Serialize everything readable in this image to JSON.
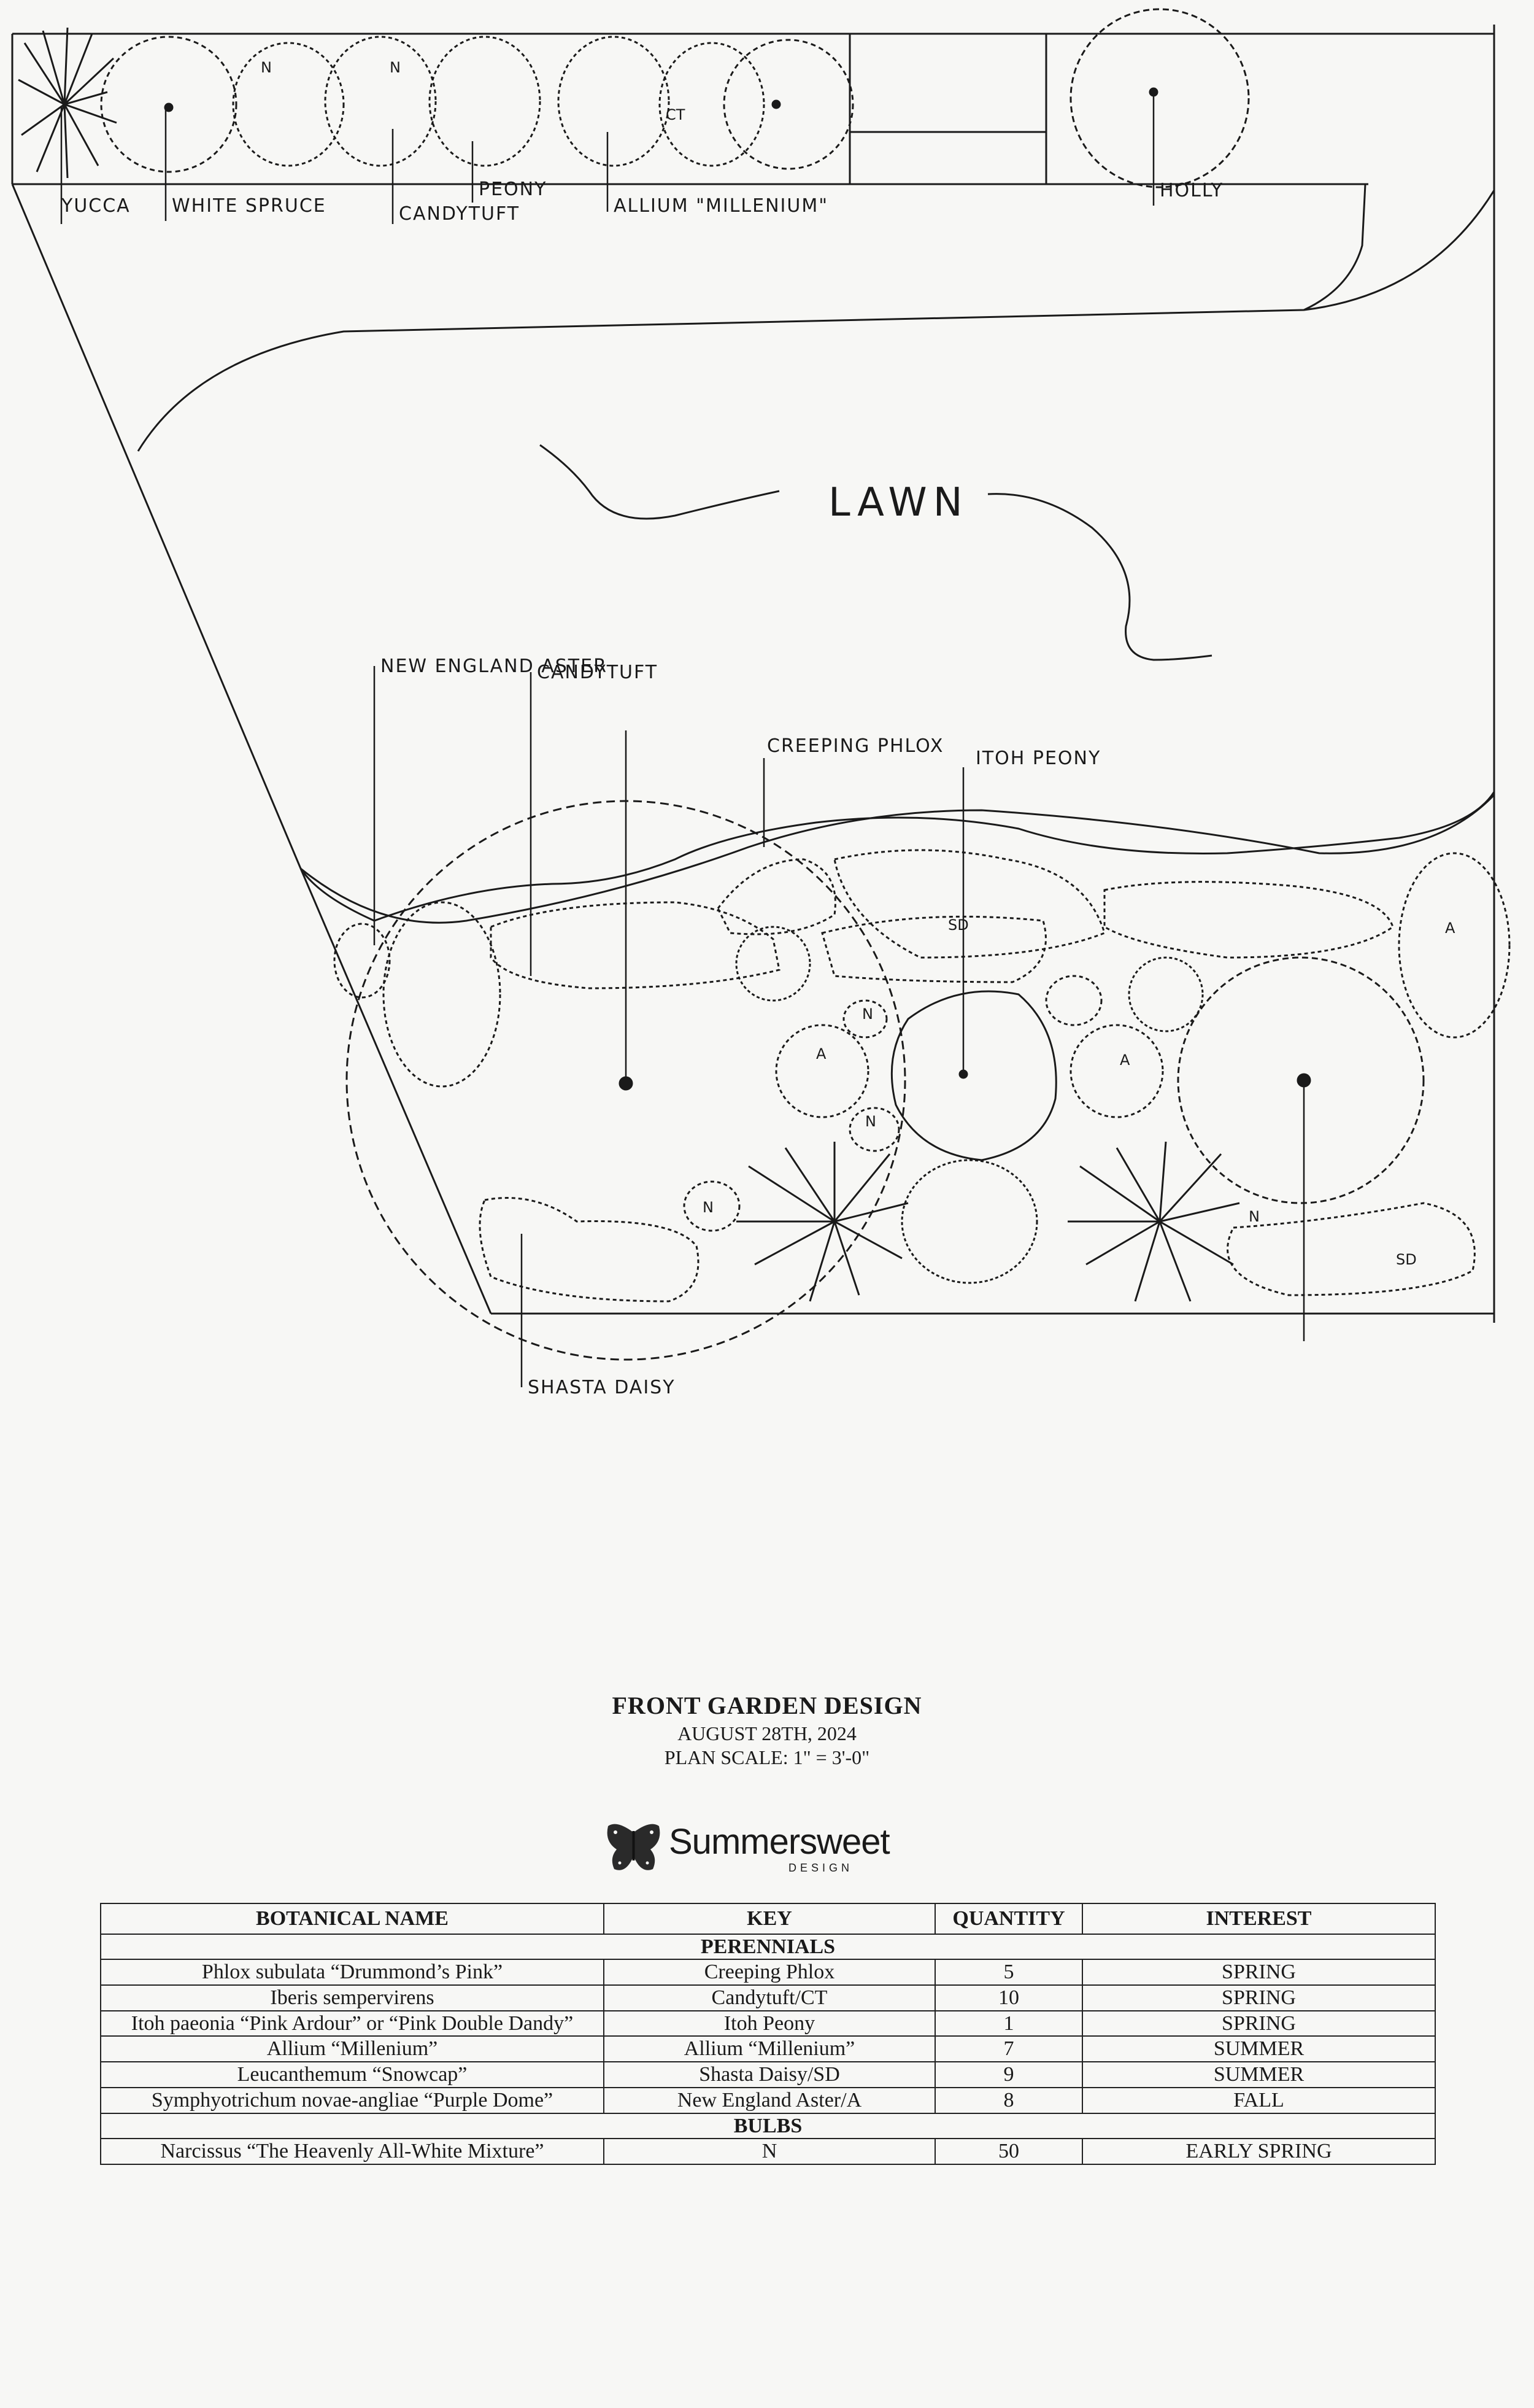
{
  "plan": {
    "labels": {
      "yucca": "YUCCA",
      "white_spruce": "WHITE SPRUCE",
      "candytuft_top": "CANDYTUFT",
      "peony_top": "PEONY",
      "allium_top": "ALLIUM \"MILLENIUM\"",
      "holly": "HOLLY",
      "lawn": "LAWN",
      "new_england_aster": "NEW ENGLAND ASTER",
      "candytuft_bed": "CANDYTUFT",
      "creeping_phlox": "CREEPING PHLOX",
      "itoh_peony": "ITOH PEONY",
      "shasta_daisy": "SHASTA DAISY"
    },
    "tags": {
      "n": "N",
      "ct": "CT",
      "sd": "SD",
      "a": "A"
    }
  },
  "title_block": {
    "title": "FRONT GARDEN DESIGN",
    "date": "AUGUST 28TH, 2024",
    "scale": "PLAN SCALE: 1\" = 3'-0\""
  },
  "logo": {
    "name": "Summersweet",
    "sub": "DESIGN",
    "icon": "butterfly-icon"
  },
  "table": {
    "headers": [
      "BOTANICAL NAME",
      "KEY",
      "QUANTITY",
      "INTEREST"
    ],
    "sections": [
      {
        "name": "PERENNIALS",
        "rows": [
          {
            "botanical": "Phlox subulata “Drummond’s Pink”",
            "key": "Creeping Phlox",
            "quantity": "5",
            "interest": "SPRING"
          },
          {
            "botanical": "Iberis sempervirens",
            "key": "Candytuft/CT",
            "quantity": "10",
            "interest": "SPRING"
          },
          {
            "botanical": "Itoh paeonia “Pink Ardour” or “Pink Double Dandy”",
            "key": "Itoh Peony",
            "quantity": "1",
            "interest": "SPRING"
          },
          {
            "botanical": "Allium “Millenium”",
            "key": "Allium “Millenium”",
            "quantity": "7",
            "interest": "SUMMER"
          },
          {
            "botanical": "Leucanthemum “Snowcap”",
            "key": "Shasta Daisy/SD",
            "quantity": "9",
            "interest": "SUMMER"
          },
          {
            "botanical": "Symphyotrichum novae-angliae “Purple Dome”",
            "key": "New England Aster/A",
            "quantity": "8",
            "interest": "FALL"
          }
        ]
      },
      {
        "name": "BULBS",
        "rows": [
          {
            "botanical": "Narcissus “The Heavenly All-White Mixture”",
            "key": "N",
            "quantity": "50",
            "interest": "EARLY SPRING"
          }
        ]
      }
    ]
  }
}
